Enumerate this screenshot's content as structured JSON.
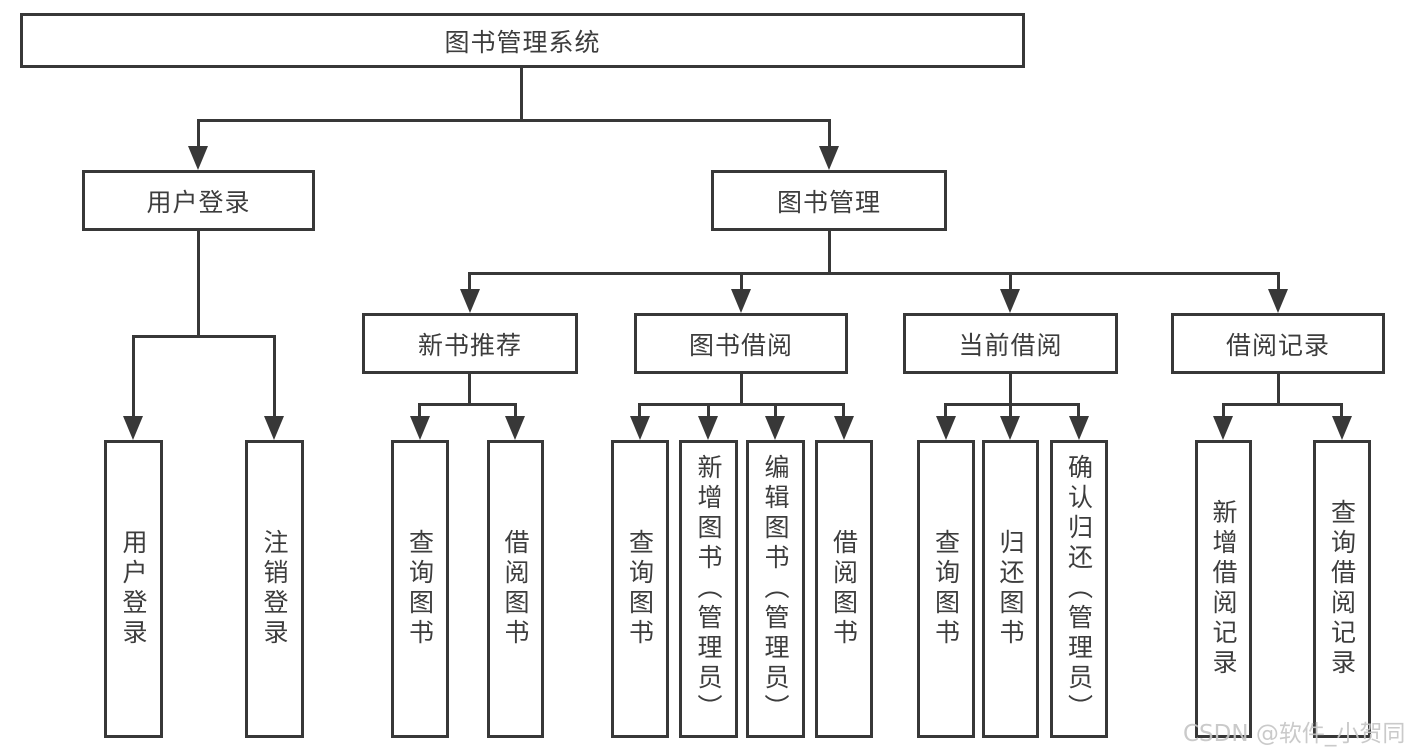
{
  "nodes": {
    "root": {
      "label": "图书管理系统"
    },
    "level2": [
      {
        "id": "user-login",
        "label": "用户登录",
        "parent": "图书管理系统"
      },
      {
        "id": "book-management",
        "label": "图书管理",
        "parent": "图书管理系统"
      }
    ],
    "level3": [
      {
        "id": "new-book-recommend",
        "label": "新书推荐",
        "parent": "图书管理"
      },
      {
        "id": "book-borrow",
        "label": "图书借阅",
        "parent": "图书管理"
      },
      {
        "id": "current-borrow",
        "label": "当前借阅",
        "parent": "图书管理"
      },
      {
        "id": "borrow-records",
        "label": "借阅记录",
        "parent": "图书管理"
      }
    ],
    "leaves": [
      {
        "id": "user-login",
        "label": "用户登录",
        "parent": "用户登录"
      },
      {
        "id": "logout",
        "label": "注销登录",
        "parent": "用户登录"
      },
      {
        "id": "query-books-recommend",
        "label": "查询图书",
        "parent": "新书推荐"
      },
      {
        "id": "borrow-books-recommend",
        "label": "借阅图书",
        "parent": "新书推荐"
      },
      {
        "id": "query-books-borrow",
        "label": "查询图书",
        "parent": "图书借阅"
      },
      {
        "id": "add-book-admin",
        "label": "新增图书（管理员）",
        "parent": "图书借阅"
      },
      {
        "id": "edit-book-admin",
        "label": "编辑图书（管理员）",
        "parent": "图书借阅"
      },
      {
        "id": "borrow-books-borrow",
        "label": "借阅图书",
        "parent": "图书借阅"
      },
      {
        "id": "query-books-current",
        "label": "查询图书",
        "parent": "当前借阅"
      },
      {
        "id": "return-books",
        "label": "归还图书",
        "parent": "当前借阅"
      },
      {
        "id": "confirm-return-admin",
        "label": "确认归还（管理员）",
        "parent": "当前借阅"
      },
      {
        "id": "add-borrow-record",
        "label": "新增借阅记录",
        "parent": "借阅记录"
      },
      {
        "id": "query-borrow-record",
        "label": "查询借阅记录",
        "parent": "借阅记录"
      }
    ]
  },
  "watermark": {
    "text": "CSDN @软件_小贺同学"
  },
  "colors": {
    "line": "#383838",
    "text": "#3d3d3d",
    "watermark": "#c6c6c6",
    "background": "#ffffff"
  }
}
